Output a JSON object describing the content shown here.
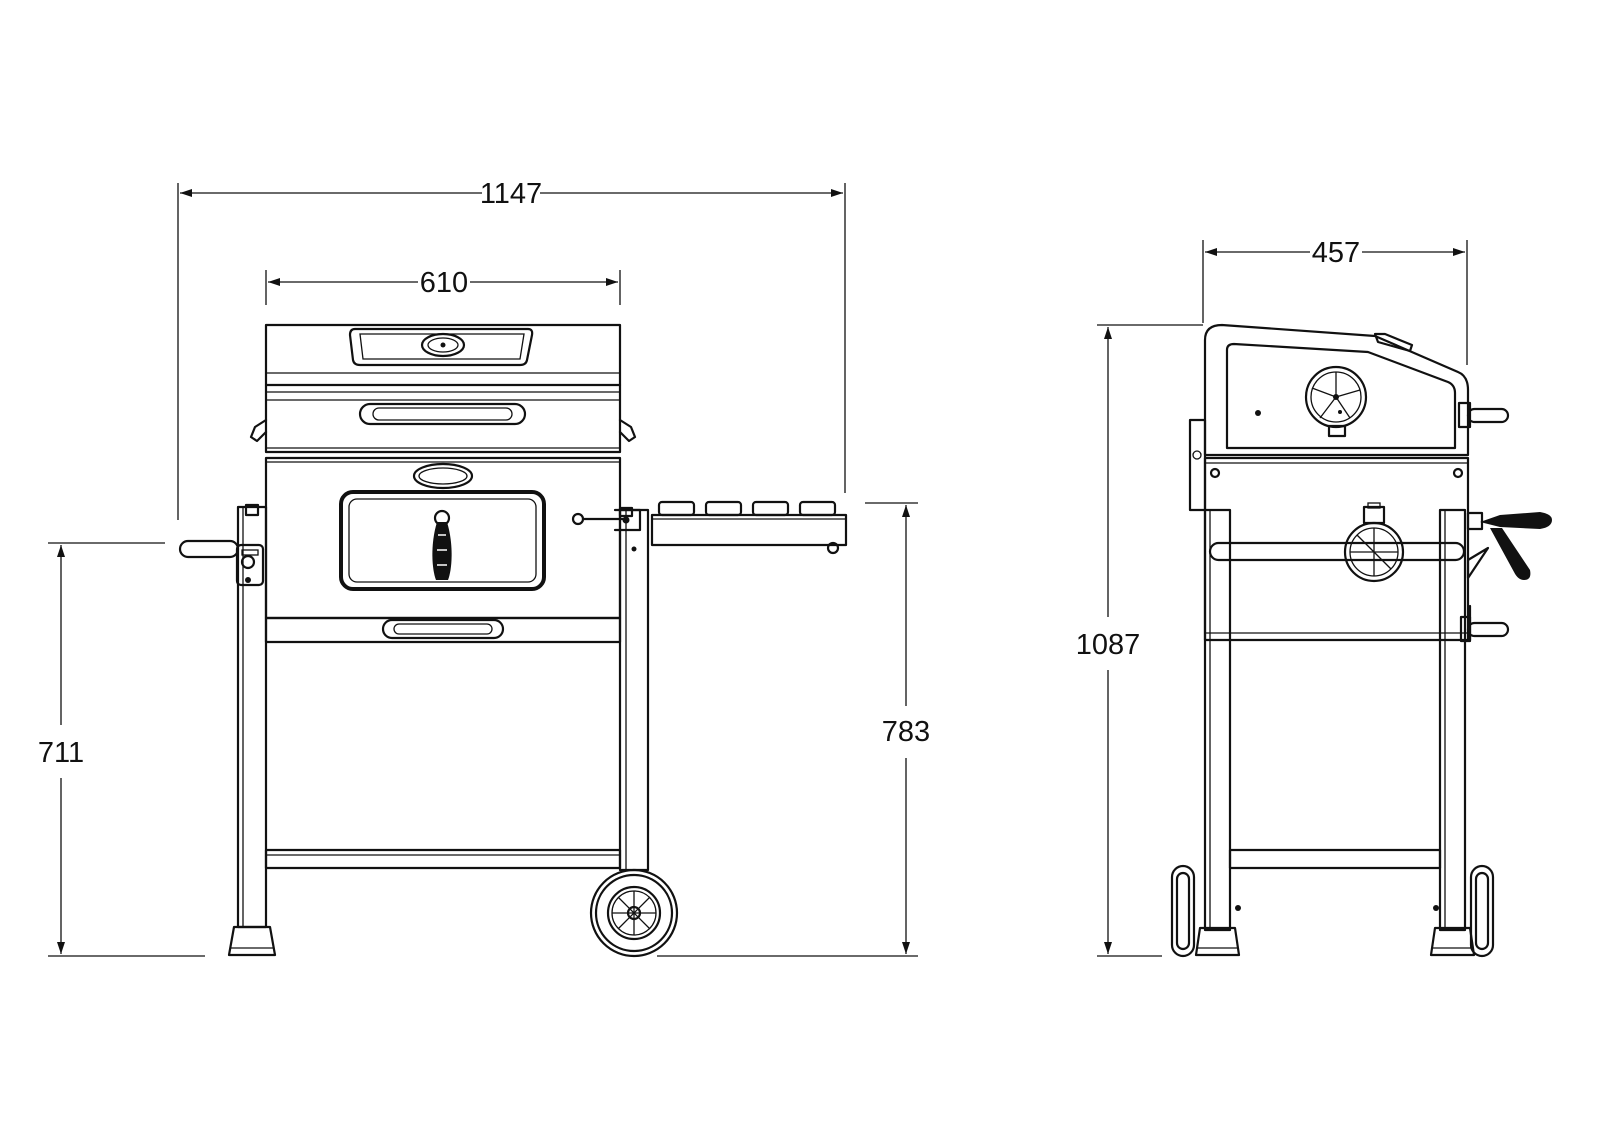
{
  "dimensions": {
    "overall_width": "1147",
    "grill_width": "610",
    "height_left": "711",
    "height_right": "783",
    "side_depth": "457",
    "side_height": "1087"
  },
  "colors": {
    "line": "#111111",
    "background": "#ffffff"
  }
}
